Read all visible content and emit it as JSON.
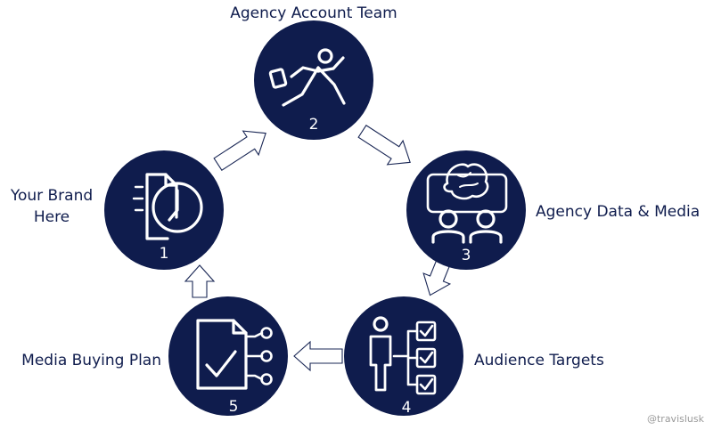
{
  "colors": {
    "node_fill": "#0f1c4d",
    "text": "#0f1c4d",
    "icon": "#ffffff",
    "watermark": "#9a9a9a"
  },
  "nodes": [
    {
      "number": "1",
      "label_line1": "Your Brand",
      "label_line2": "Here",
      "icon": "document-clock-icon"
    },
    {
      "number": "2",
      "label": "Agency Account Team",
      "icon": "running-person-icon"
    },
    {
      "number": "3",
      "label": "Agency Data & Media",
      "icon": "brain-people-icon"
    },
    {
      "number": "4",
      "label": "Audience Targets",
      "icon": "person-checklist-icon"
    },
    {
      "number": "5",
      "label": "Media Buying Plan",
      "icon": "document-check-nodes-icon"
    }
  ],
  "watermark": "@travislusk"
}
